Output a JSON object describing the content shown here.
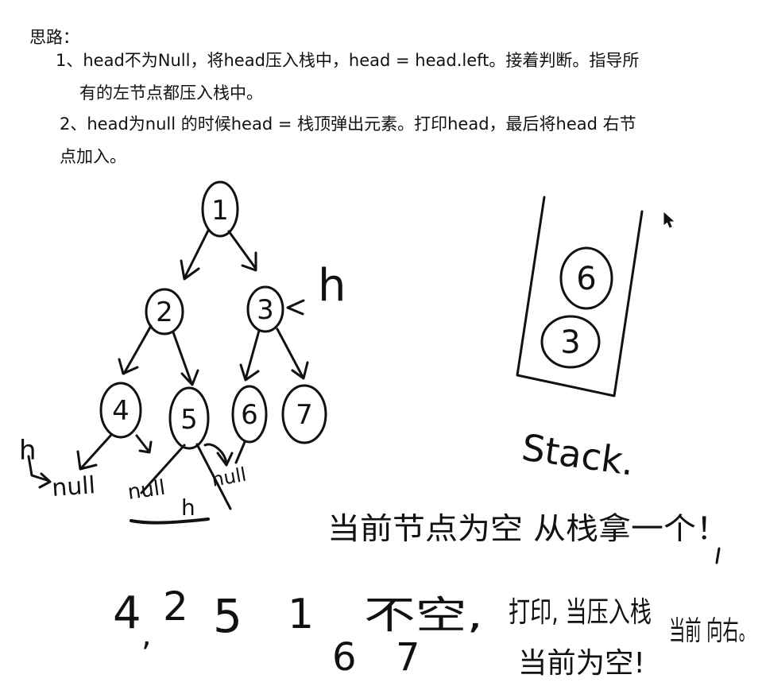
{
  "notes": {
    "heading": "思路：",
    "step1_line1": "1、head不为Null，将head压入栈中，head = head.left。接着判断。指导所",
    "step1_line2": "有的左节点都压入栈中。",
    "step2_line1": "2、head为null 的时候head = 栈顶弹出元素。打印head，最后将head 右节",
    "step2_line2": "点加入。"
  },
  "tree": {
    "nodes": [
      "1",
      "2",
      "3",
      "4",
      "5",
      "6",
      "7"
    ],
    "pointer_h": "h",
    "null_left": "null",
    "null_mid": "null",
    "null_right": "null",
    "pointer_h_left": "h",
    "pointer_h_bottom": "h"
  },
  "stack": {
    "label": "Stack.",
    "items": [
      "6",
      "3"
    ]
  },
  "handwriting": {
    "rule": "当前节点为空 从栈拿一个！",
    "sequence": [
      "4",
      "2",
      "5",
      "1",
      "6",
      "7"
    ],
    "not_empty": "不空,",
    "push": "打印, 当压入栈",
    "current_empty": "当前为空!",
    "current_right": "当前 向右。"
  }
}
